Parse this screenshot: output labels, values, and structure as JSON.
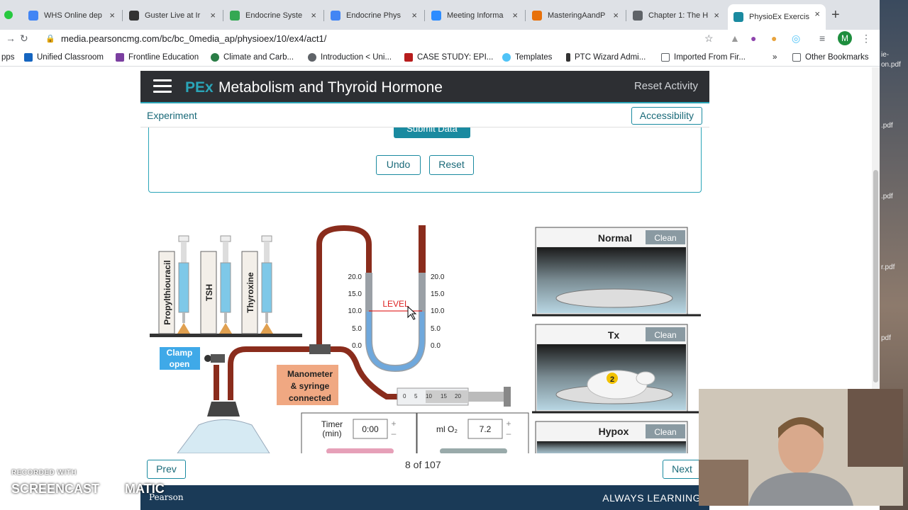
{
  "browser": {
    "tabs": [
      {
        "title": "WHS Online dep",
        "color": "#4285f4"
      },
      {
        "title": "Guster Live at Ir",
        "color": "#333333"
      },
      {
        "title": "Endocrine Syste",
        "color": "#34a853"
      },
      {
        "title": "Endocrine Phys",
        "color": "#4285f4"
      },
      {
        "title": "Meeting Informa",
        "color": "#2d8cff"
      },
      {
        "title": "MasteringAandP",
        "color": "#e8710a"
      },
      {
        "title": "Chapter 1: The H",
        "color": "#5f6368"
      },
      {
        "title": "PhysioEx Exercis",
        "color": "#1a8aa0"
      }
    ],
    "url": "media.pearsoncmg.com/bc/bc_0media_ap/physioex/10/ex4/act1/",
    "profile_initial": "M",
    "bookmarks": [
      "pps",
      "Unified Classroom",
      "Frontline Education",
      "Climate and Carb...",
      "Introduction < Uni...",
      "CASE STUDY: EPI...",
      "Templates",
      "PTC Wizard Admi...",
      "Imported From Fir...",
      "Other Bookmarks"
    ],
    "desktop_labels": [
      "ie-",
      "on.pdf",
      ".pdf",
      ".pdf",
      "r.pdf",
      "pdf"
    ]
  },
  "app": {
    "logo": "PEx",
    "title": "Metabolism and Thyroid Hormone",
    "reset_activity": "Reset Activity",
    "experiment": "Experiment",
    "accessibility": "Accessibility",
    "submit_data": "Submit Data",
    "undo": "Undo",
    "reset": "Reset"
  },
  "lab": {
    "syringes": [
      "Propylthiouracil",
      "TSH",
      "Thyroxine"
    ],
    "clamp": "Clamp open",
    "manometer_label": [
      "Manometer",
      "& syringe",
      "connected"
    ],
    "scale_left": [
      "20.0",
      "15.0",
      "10.0",
      "5.0",
      "0.0"
    ],
    "scale_right": [
      "20.0",
      "15.0",
      "10.0",
      "5.0",
      "0.0"
    ],
    "level": "LEVEL",
    "syringe_scale": [
      "0",
      "5",
      "10",
      "15",
      "20"
    ],
    "timer_label": [
      "Timer",
      "(min)"
    ],
    "timer_value": "0:00",
    "mlo2_label": "ml O₂",
    "mlo2_value": "7.2",
    "chambers": [
      {
        "name": "Normal",
        "clean": "Clean"
      },
      {
        "name": "Tx",
        "clean": "Clean"
      },
      {
        "name": "Hypox",
        "clean": "Clean"
      }
    ],
    "rat_number": "2"
  },
  "pager": {
    "prev": "Prev",
    "next": "Next",
    "count": "8 of 107"
  },
  "footer": {
    "brand": "Pearson",
    "tagline": "ALWAYS LEARNING"
  },
  "watermark": {
    "line1": "RECORDED WITH",
    "line2": "SCREENCAST",
    "line3": "MATIC"
  }
}
